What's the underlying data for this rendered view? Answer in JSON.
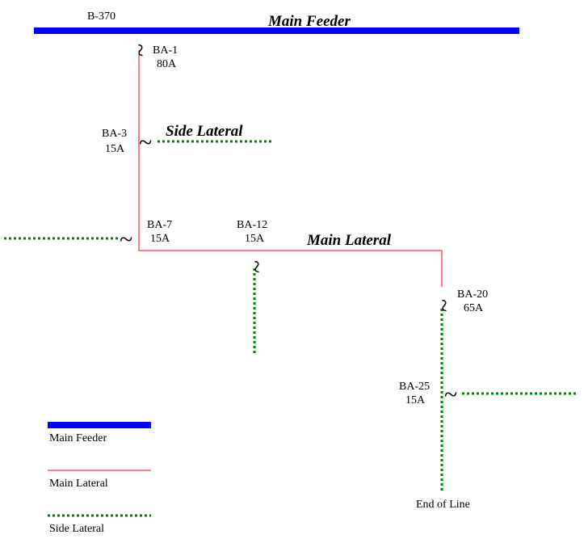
{
  "labels": {
    "bus": "B-370",
    "main_feeder_title": "Main Feeder",
    "side_lateral_title": "Side Lateral",
    "main_lateral_title": "Main Lateral",
    "end_of_line": "End of Line"
  },
  "devices": [
    {
      "id": "BA-1",
      "rating": "80A"
    },
    {
      "id": "BA-3",
      "rating": "15A"
    },
    {
      "id": "BA-7",
      "rating": "15A"
    },
    {
      "id": "BA-12",
      "rating": "15A"
    },
    {
      "id": "BA-20",
      "rating": "65A"
    },
    {
      "id": "BA-25",
      "rating": "15A"
    }
  ],
  "fuse_symbol": "~",
  "legend": [
    {
      "label": "Main Feeder"
    },
    {
      "label": "Main Lateral"
    },
    {
      "label": "Side Lateral"
    }
  ],
  "colors": {
    "main_feeder": "#0000ff",
    "main_lateral": "#ff0000",
    "side_lateral": "#008000"
  }
}
